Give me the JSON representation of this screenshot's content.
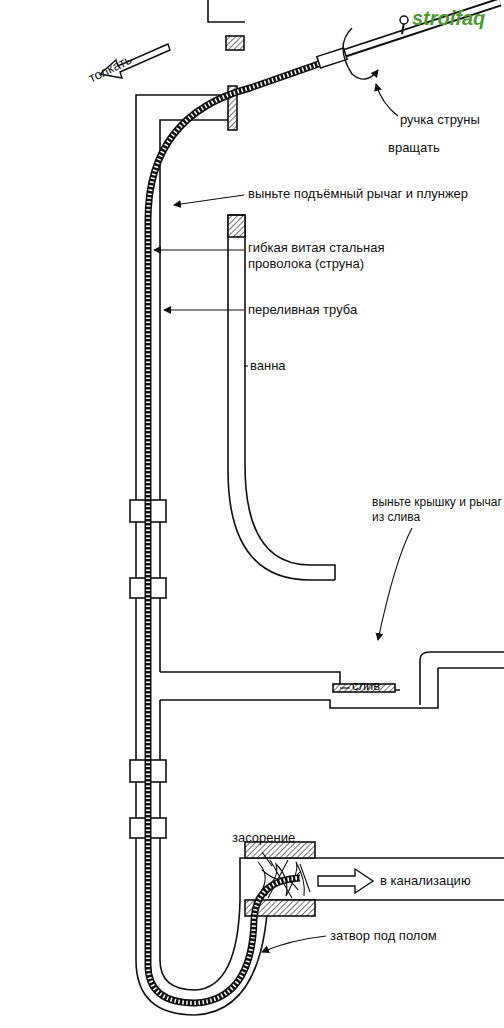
{
  "diagram": {
    "labels": [
      "stroifaq",
      "ручка струны",
      "вращать",
      "толкать",
      "выньте подъёмный рычаг и плунжер",
      "гибкая витая стальная проволока (струна)",
      "переливная труба",
      "ванна",
      "выньте крышку и рычаг из слива",
      "слив",
      "засорение",
      "в канализацию",
      "затвор под полом"
    ]
  }
}
